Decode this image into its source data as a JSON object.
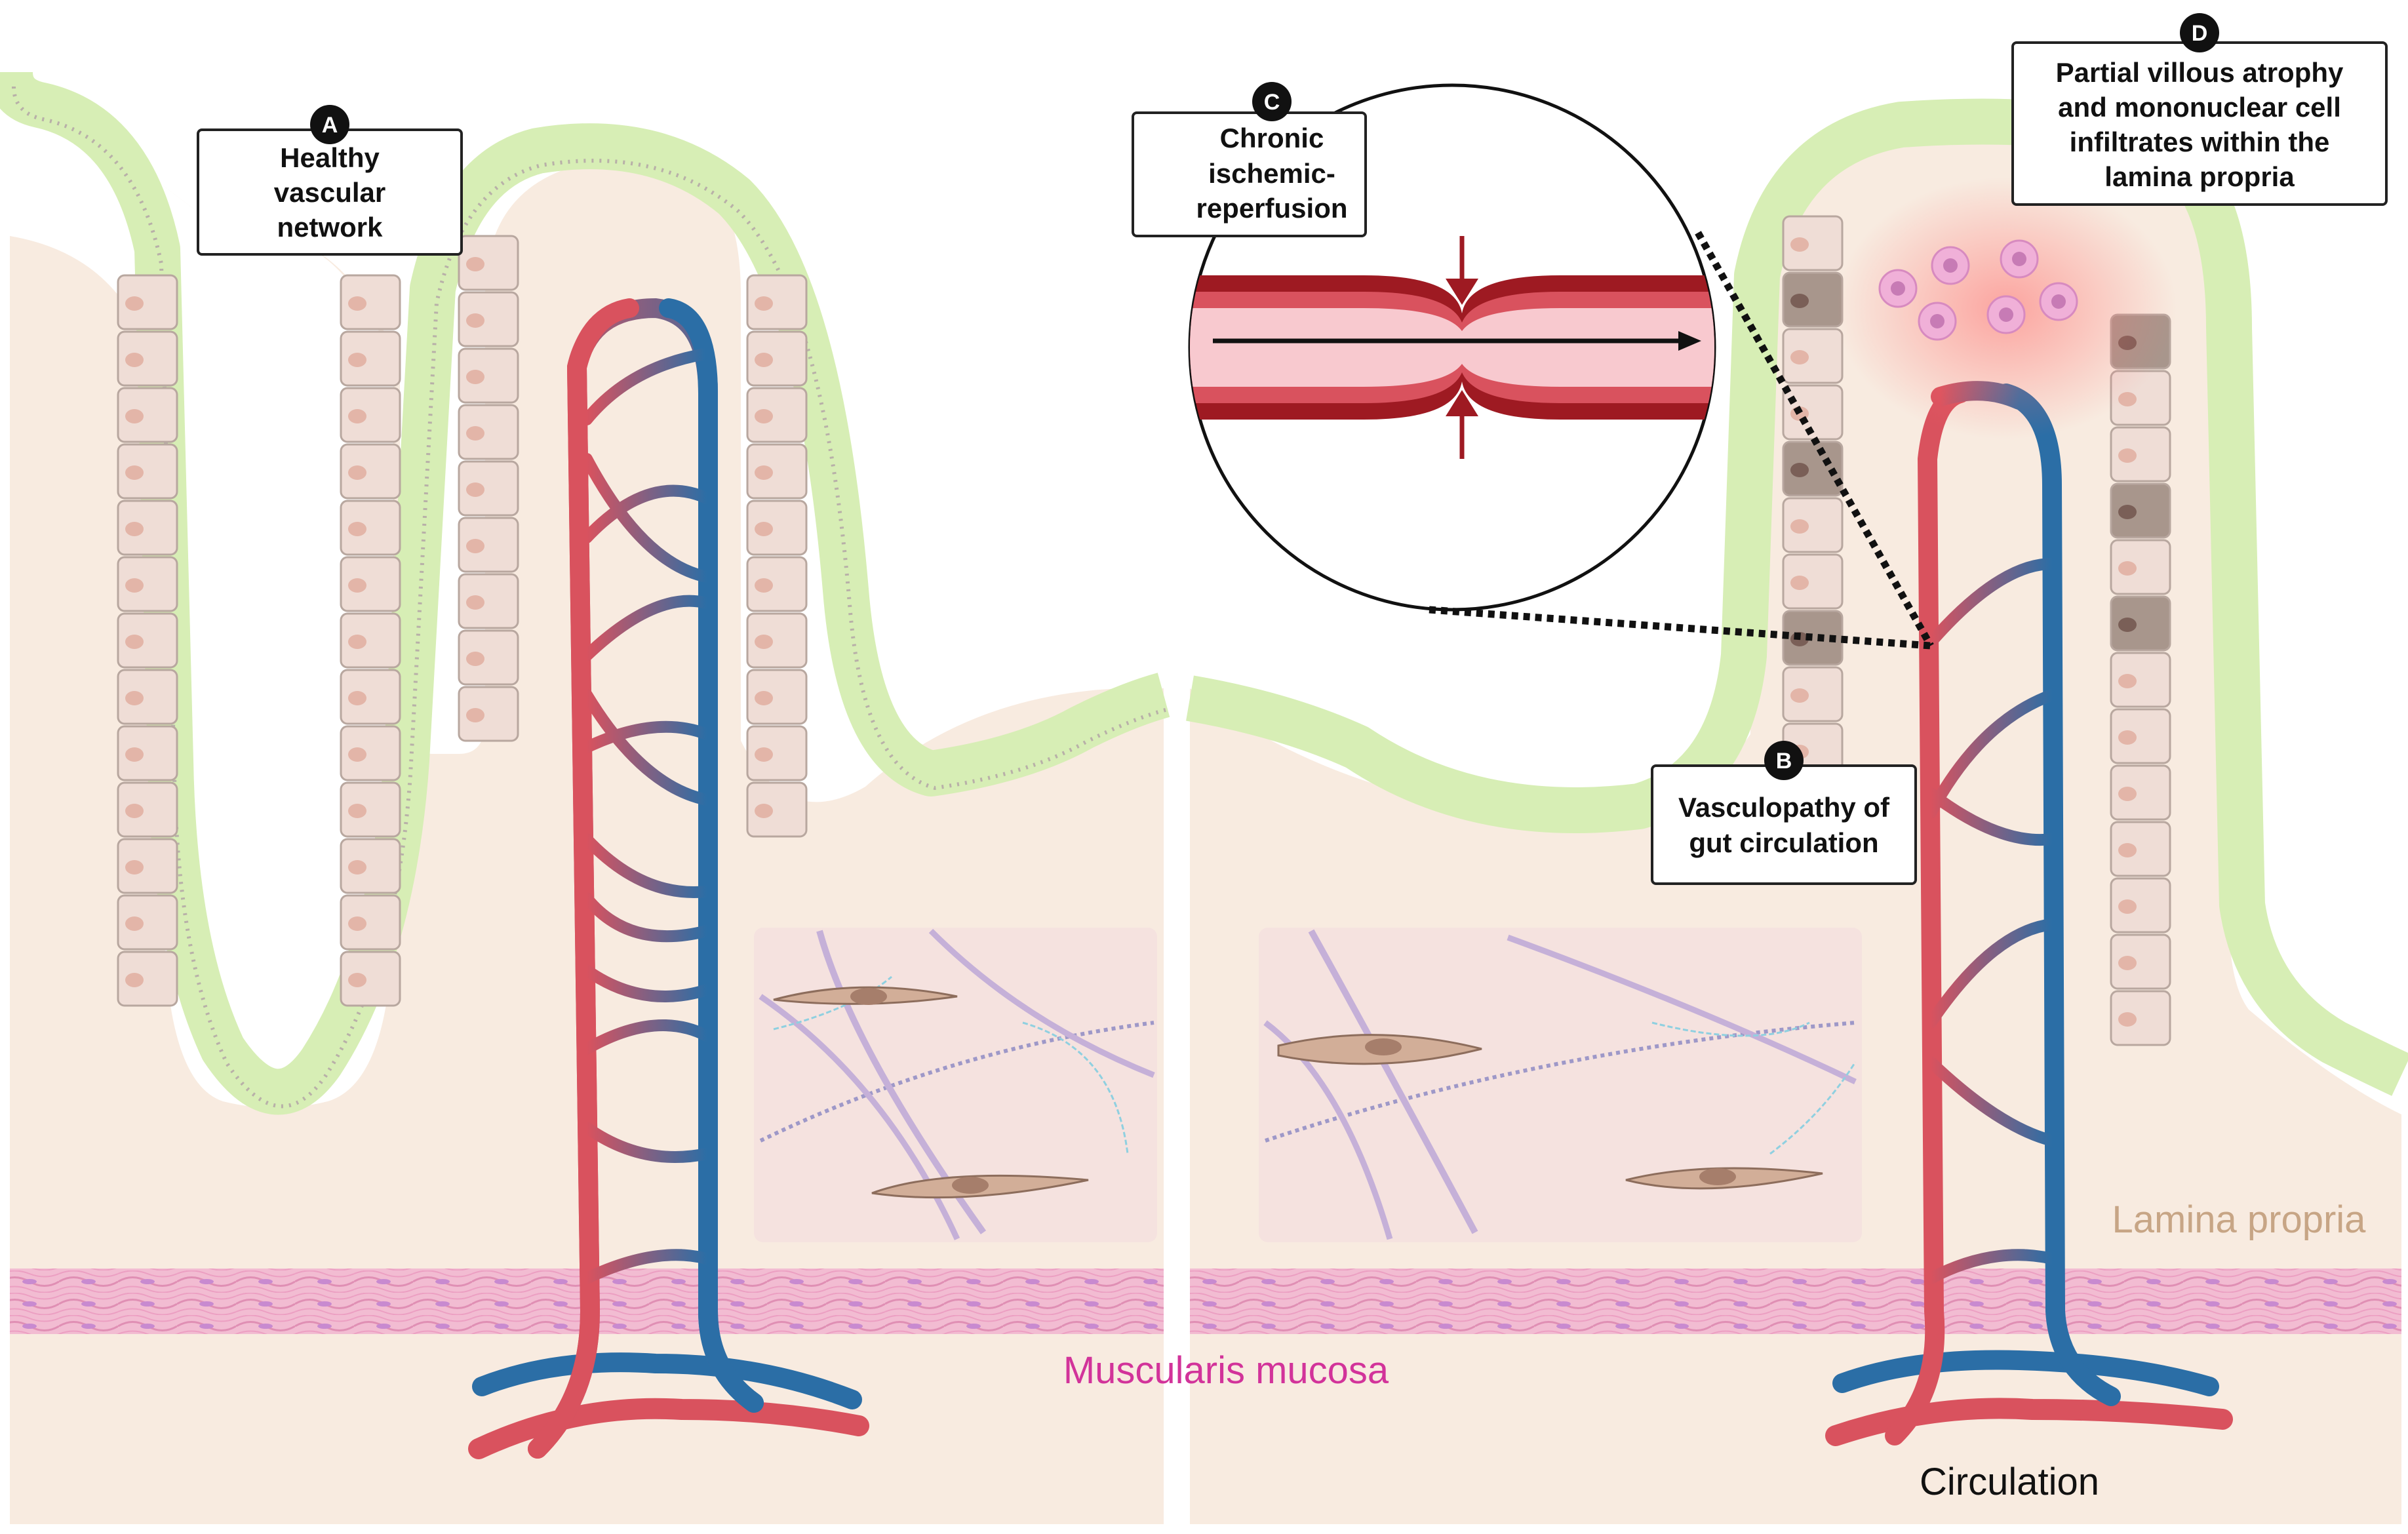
{
  "labels": {
    "A": {
      "badge": "A",
      "lines": [
        "Healthy",
        "vascular",
        "network"
      ]
    },
    "B": {
      "badge": "B",
      "lines": [
        "Vasculopathy of",
        "gut circulation"
      ]
    },
    "C": {
      "badge": "C",
      "lines": [
        "Chronic",
        "ischemic-",
        "reperfusion"
      ]
    },
    "D": {
      "badge": "D",
      "lines": [
        "Partial villous atrophy",
        "and mononuclear cell",
        "infiltrates within the",
        "lamina propria"
      ]
    }
  },
  "regions": {
    "lamina_propria": "Lamina propria",
    "muscularis_mucosa": "Muscularis mucosa",
    "circulation": "Circulation"
  },
  "colors": {
    "epithelium_border": "#d7eeb5",
    "epithelial_cell": "#efddd6",
    "cell_nucleus": "#e3b5a8",
    "lamina_propria": "#f8ebe0",
    "muscularis": "#f2bcd2",
    "artery": "#d9525e",
    "vein": "#2b6ea6",
    "vessel_dark": "#9e1a22",
    "damaged_cell": "#a8968c",
    "lamina_label": "#c7a585",
    "muscularis_label": "#d2339a",
    "badge": "#111111"
  }
}
